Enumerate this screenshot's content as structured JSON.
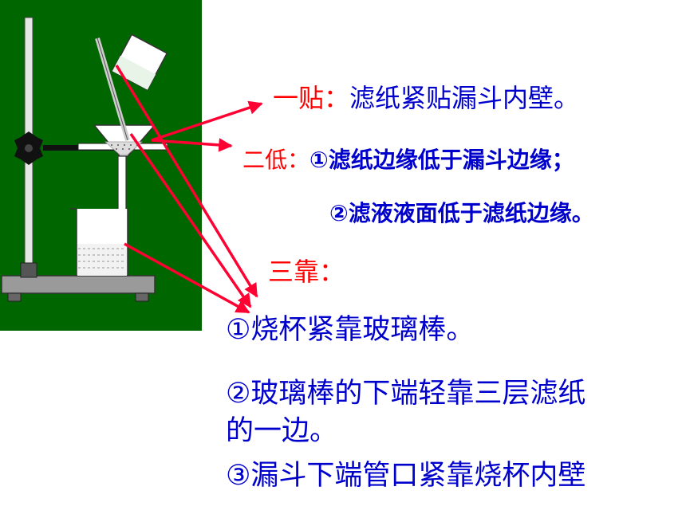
{
  "rules": {
    "one_stick": {
      "label": "一贴",
      "colon": "：",
      "text": "滤纸紧贴漏斗内壁。"
    },
    "two_low": {
      "label": "二低",
      "colon": "：",
      "item1": "①滤纸边缘低于漏斗边缘；",
      "item2": "②滤液液面低于滤纸边缘。"
    },
    "three_lean": {
      "label": "三靠",
      "colon": "：",
      "item1": "①烧杯紧靠玻璃棒。",
      "item2_line1": "②玻璃棒的下端轻靠三层滤纸",
      "item2_line2": "的一边。",
      "item3": "③漏斗下端管口紧靠烧杯内壁"
    }
  },
  "colors": {
    "panel_bg": "#006600",
    "label_red": "#ff0000",
    "text_blue": "#0000cc",
    "arrow": "#ff0033"
  }
}
